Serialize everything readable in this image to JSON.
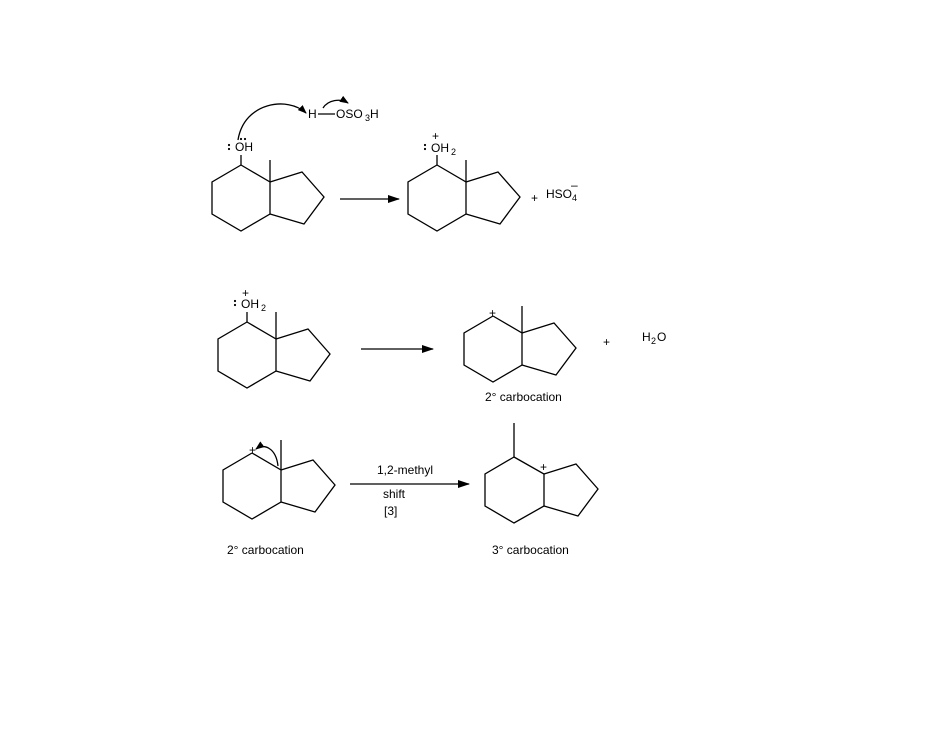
{
  "reagents": {
    "h": "H",
    "oso": "OSO",
    "three": "3",
    "h2": "H"
  },
  "step1": {
    "reactant_oh": "OH",
    "product_oh": "OH",
    "product_two": "2",
    "plus_sign": "+",
    "byproduct_hso": "HSO",
    "byproduct_four": "4",
    "byproduct_charge": "–"
  },
  "step2": {
    "reactant_oh": "OH",
    "reactant_two": "2",
    "plus_sign": "+",
    "water_h": "H",
    "water_two": "2",
    "water_o": "O",
    "product_caption": "2° carbocation"
  },
  "step3": {
    "arrow_label_line1": "1,2-methyl",
    "arrow_label_line2": "shift",
    "arrow_label_line3": "[3]",
    "reactant_caption": "2° carbocation",
    "product_caption": "3° carbocation"
  },
  "charge_symbol": "+"
}
